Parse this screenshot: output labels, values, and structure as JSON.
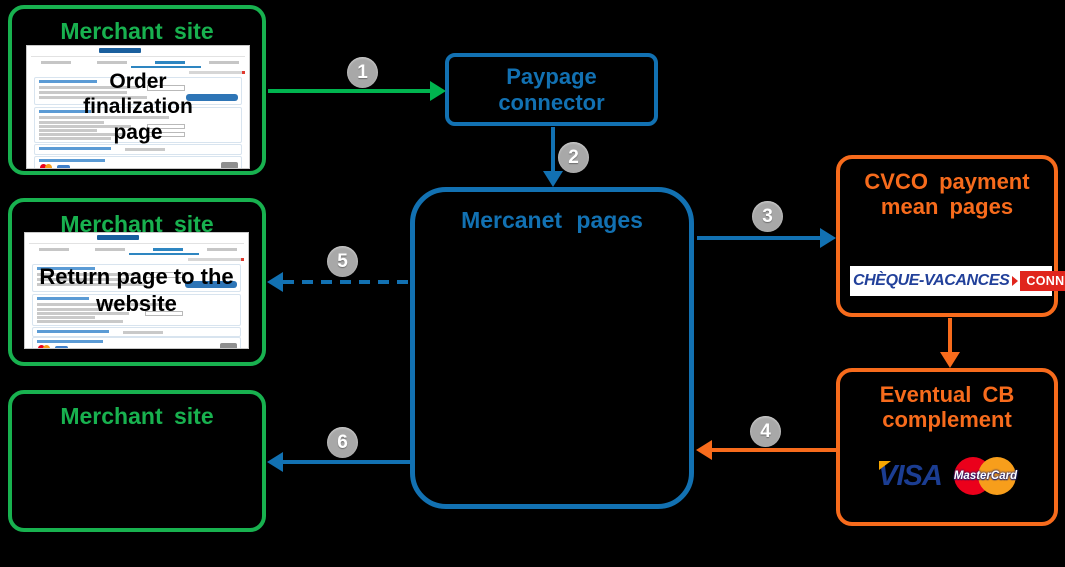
{
  "colors": {
    "green_box": "#18B14F",
    "green_arrow": "#00B44F",
    "blue": "#1271B2",
    "orange": "#F76B1C",
    "step_badge_grey": "#A8A8A8",
    "cheque_vacances_navy": "#21409A",
    "connect_red": "#E0251C",
    "visa_navy": "#1B3D92",
    "mastercard_red": "#EB001B",
    "mastercard_yellow": "#F79E1B"
  },
  "boxes": {
    "merchant_top": {
      "title": "Merchant site",
      "page_label": "Order finalization page"
    },
    "merchant_mid": {
      "title": "Merchant site",
      "page_label": "Return page to the website"
    },
    "merchant_bottom": {
      "title": "Merchant site"
    },
    "paypage": {
      "title": "Paypage connector"
    },
    "mercanet": {
      "title": "Mercanet pages"
    },
    "cvco": {
      "title": "CVCO payment mean pages",
      "logo_text": "CHÈQUE-VACANCES",
      "logo_badge": "CONNECT"
    },
    "cb": {
      "title": "Eventual CB complement",
      "visa": "VISA",
      "mastercard": "MasterCard"
    }
  },
  "steps": [
    "1",
    "2",
    "3",
    "4",
    "5",
    "6"
  ]
}
